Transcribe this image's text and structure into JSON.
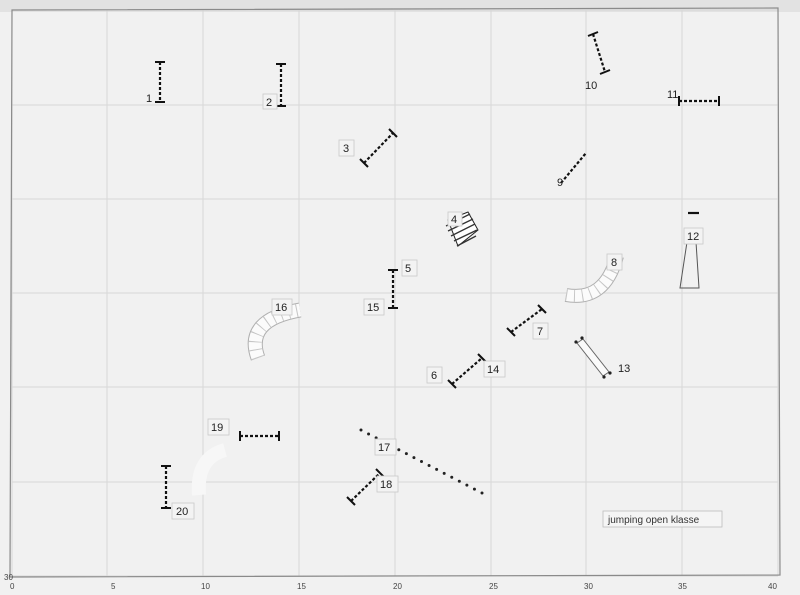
{
  "course": {
    "title": "jumping open klasse",
    "x_axis_ticks": [
      "0",
      "5",
      "10",
      "15",
      "20",
      "25",
      "30",
      "35",
      "40"
    ],
    "y_axis_ticks": [
      "30"
    ],
    "obstacle_numbers": [
      "1",
      "2",
      "3",
      "4",
      "5",
      "6",
      "7",
      "8",
      "9",
      "10",
      "11",
      "12",
      "13",
      "14",
      "15",
      "16",
      "17",
      "18",
      "19",
      "20"
    ]
  },
  "icons": {
    "jump": "bar-jump-icon",
    "tunnel": "tunnel-icon",
    "weave": "weave-poles-icon",
    "tire": "tire-icon",
    "wall": "long-jump-icon"
  }
}
